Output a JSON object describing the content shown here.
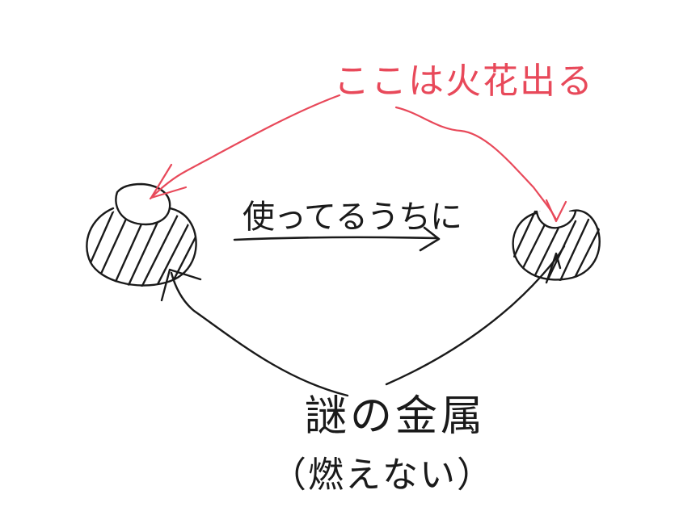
{
  "colors": {
    "ink": "#1a1a1a",
    "accent": "#e8495a",
    "paper": "#ffffff"
  },
  "annotation_top": "ここは火花出る",
  "arrow_caption": "使ってるうちに",
  "metal_label": "謎の金属",
  "metal_note": "（燃えない）"
}
